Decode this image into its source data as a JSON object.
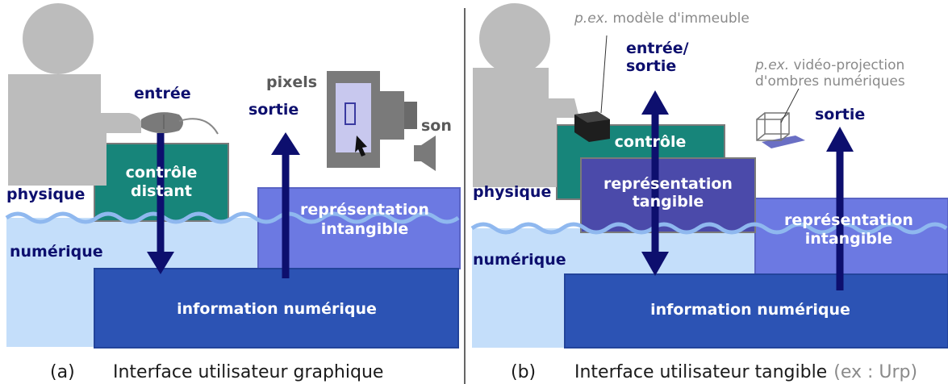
{
  "panel_a": {
    "label_physique": "physique",
    "label_numerique": "numérique",
    "label_entree": "entrée",
    "label_sortie": "sortie",
    "label_pixels": "pixels",
    "label_son": "son",
    "control_line1": "contrôle",
    "control_line2": "distant",
    "intangible_line1": "représentation",
    "intangible_line2": "intangible",
    "info": "information numérique",
    "caption_letter": "(a)",
    "caption": "Interface utilisateur graphique"
  },
  "panel_b": {
    "label_physique": "physique",
    "label_numerique": "numérique",
    "note1_prefix": "p.ex.",
    "note1_rest": " modèle d'immeuble",
    "note2_prefix": "p.ex.",
    "note2_rest": " vidéo-projection",
    "note2_line2": "d'ombres numériques",
    "label_entree_sortie_1": "entrée/",
    "label_entree_sortie_2": "sortie",
    "label_sortie": "sortie",
    "controle": "contrôle",
    "tangible_line1": "représentation",
    "tangible_line2": "tangible",
    "intangible_line1": "représentation",
    "intangible_line2": "intangible",
    "info": "information numérique",
    "caption_letter": "(b)",
    "caption": "Interface utilisateur tangible",
    "caption_suffix": "(ex : Urp)"
  },
  "colors": {
    "digital_bg": "#c4defa",
    "info_block": "#2c53b4",
    "intangible_block": "#6c79e2",
    "control_block": "#17857a",
    "tangible_block": "#4b4aaa",
    "arrow": "#0d0f6e",
    "person": "#bcbcbc",
    "wave": "#8fb8ef"
  }
}
